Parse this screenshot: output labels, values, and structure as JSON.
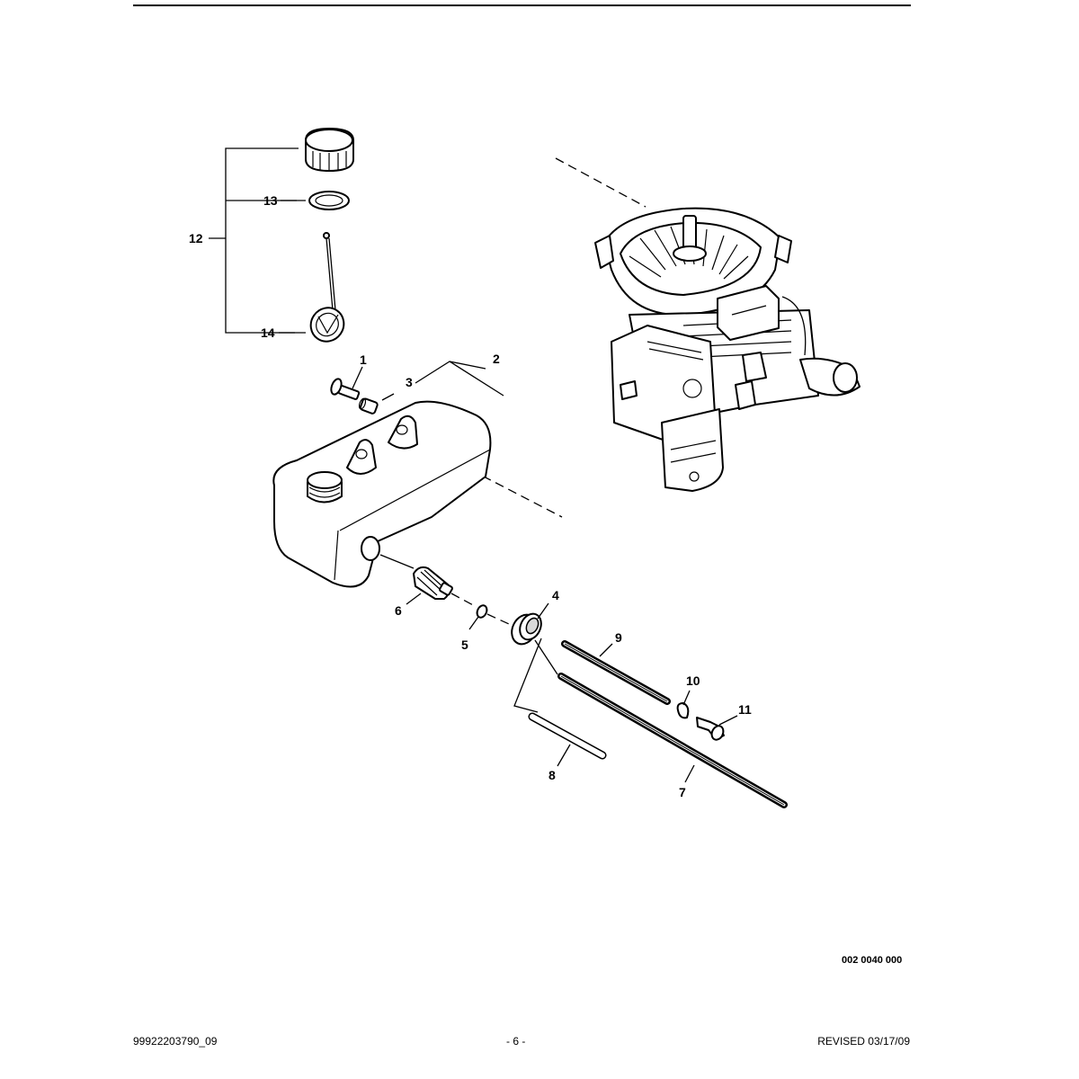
{
  "diagram": {
    "callouts": [
      "1",
      "2",
      "3",
      "4",
      "5",
      "6",
      "7",
      "8",
      "9",
      "10",
      "11",
      "12",
      "13",
      "14"
    ]
  },
  "drawing_number": "002 0040 000",
  "footer": {
    "document_number": "99922203790_09",
    "page": "- 6 -",
    "revised": "REVISED 03/17/09"
  }
}
